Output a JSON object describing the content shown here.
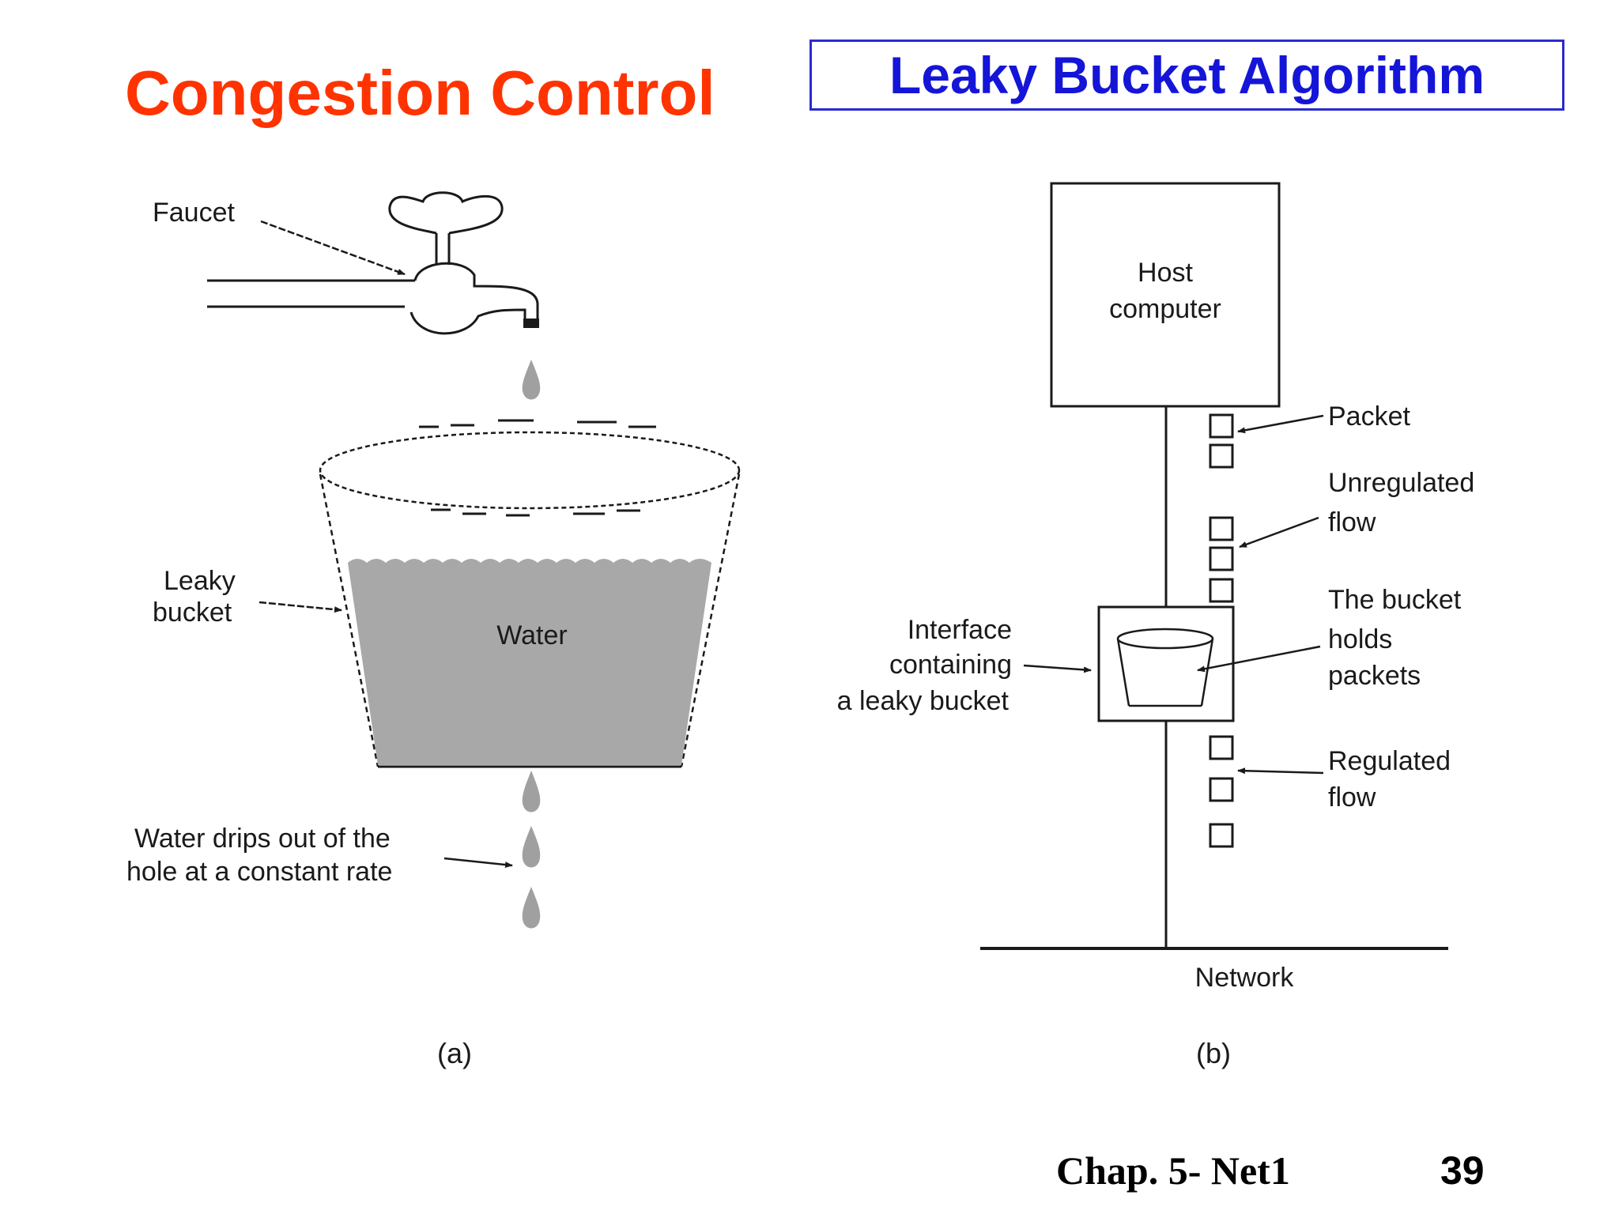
{
  "slide": {
    "title": "Congestion Control",
    "subtitle": "Leaky Bucket Algorithm",
    "footer": {
      "chapter": "Chap. 5- Net1",
      "page": "39"
    }
  },
  "figure_a": {
    "faucet_label": "Faucet",
    "bucket_label": [
      "Leaky",
      "bucket"
    ],
    "water_label": "Water",
    "drip_label": [
      "Water drips out of the",
      "hole at a constant rate"
    ],
    "caption": "(a)"
  },
  "figure_b": {
    "host_label": [
      "Host",
      "computer"
    ],
    "packet_label": "Packet",
    "unregulated_label": [
      "Unregulated",
      "flow"
    ],
    "bucket_label": [
      "The bucket",
      "holds",
      "packets"
    ],
    "interface_label": [
      "Interface",
      "containing",
      "a leaky bucket"
    ],
    "regulated_label": [
      "Regulated",
      "flow"
    ],
    "network_label": "Network",
    "caption": "(b)"
  },
  "colors": {
    "title": "#ff3300",
    "subtitle": "#1515d8",
    "water": "#a8a8a8",
    "drop": "#a0a0a0"
  }
}
